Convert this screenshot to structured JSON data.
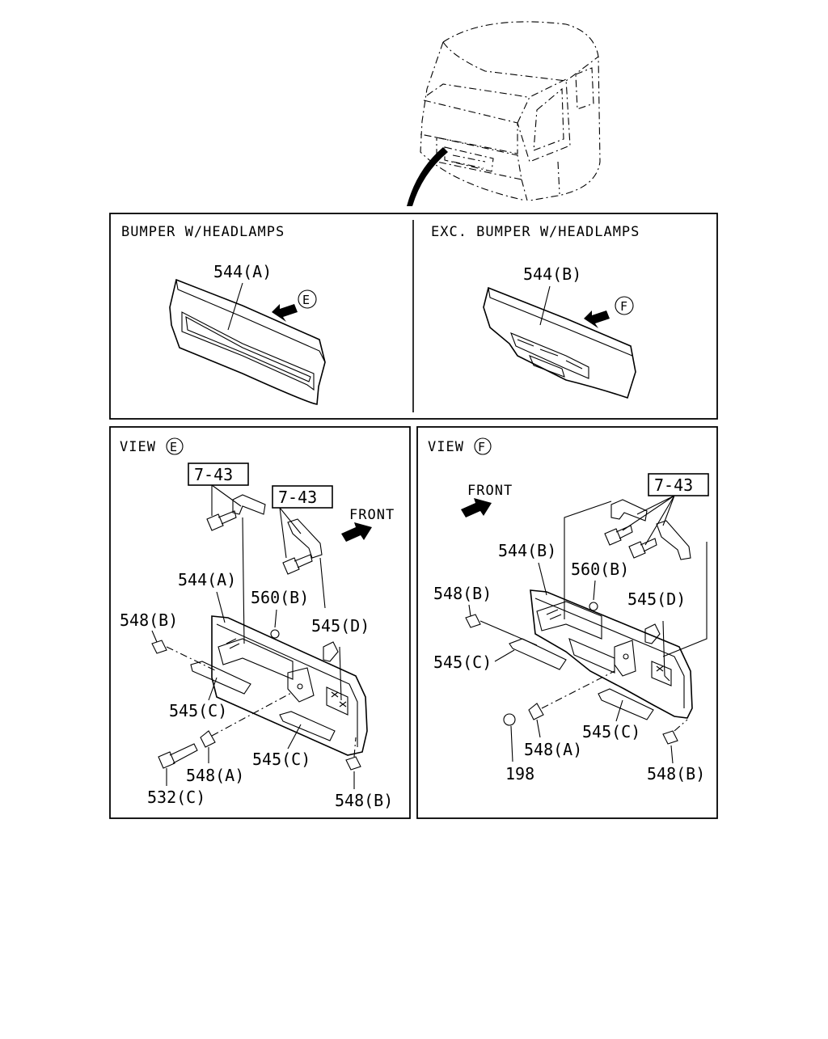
{
  "panels": {
    "bumper_w_headlamps": {
      "header": "BUMPER W/HEADLAMPS",
      "part": "544(A)",
      "view_marker": "E"
    },
    "exc_bumper_w_headlamps": {
      "header": "EXC. BUMPER W/HEADLAMPS",
      "part": "544(B)",
      "view_marker": "F"
    }
  },
  "view_e": {
    "title": "VIEW",
    "marker": "E",
    "front": "FRONT",
    "refs": [
      "7-43",
      "7-43"
    ],
    "labels": {
      "grille": "544(A)",
      "clip_560": "560(B)",
      "clip_545d": "545(D)",
      "screw_548b_left": "548(B)",
      "strip_545c_left": "545(C)",
      "strip_545c_right": "545(C)",
      "clip_548a": "548(A)",
      "bolt_532c": "532(C)",
      "screw_548b_right": "548(B)"
    }
  },
  "view_f": {
    "title": "VIEW",
    "marker": "F",
    "front": "FRONT",
    "refs": [
      "7-43"
    ],
    "labels": {
      "grille": "544(B)",
      "clip_560": "560(B)",
      "clip_545d": "545(D)",
      "screw_548b_left": "548(B)",
      "strip_545c_left": "545(C)",
      "strip_545c_right": "545(C)",
      "clip_548a": "548(A)",
      "nut_198": "198",
      "screw_548b_right": "548(B)"
    }
  }
}
